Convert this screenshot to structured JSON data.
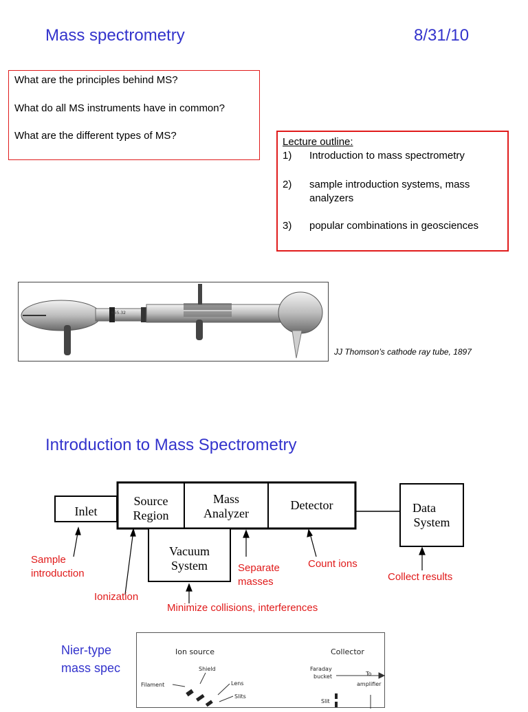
{
  "header": {
    "title": "Mass spectrometry",
    "date": "8/31/10"
  },
  "questions": [
    "What are the principles behind MS?",
    "What do all MS instruments have in common?",
    "What are the different types of MS?"
  ],
  "outline": {
    "heading": "Lecture outline:",
    "items": [
      {
        "num": "1)",
        "text": "Introduction to mass spectrometry"
      },
      {
        "num": "2)",
        "text": "sample introduction systems, mass",
        "text2": "analyzers"
      },
      {
        "num": "3)",
        "text": "popular combinations in geosciences"
      }
    ]
  },
  "photo": {
    "caption": "JJ Thomson’s cathode ray tube, 1897",
    "tube_label": "655.32"
  },
  "section2": {
    "title": "Introduction to Mass Spectrometry"
  },
  "diagram": {
    "inlet": "Inlet",
    "source": [
      "Source",
      "Region"
    ],
    "analyzer": [
      "Mass",
      "Analyzer"
    ],
    "detector": "Detector",
    "data_system": [
      "Data",
      "System"
    ],
    "vacuum": [
      "Vacuum",
      "System"
    ],
    "labels": {
      "sample": [
        "Sample",
        "introduction"
      ],
      "ionization": "Ionization",
      "minimize": "Minimize collisions, interferences",
      "separate": [
        "Separate",
        "masses"
      ],
      "count": "Count ions",
      "collect": "Collect results"
    }
  },
  "nier": {
    "title": [
      "Nier-type",
      "mass spec"
    ],
    "labels": {
      "ion_source": "Ion source",
      "collector": "Collector",
      "shield": "Shield",
      "lens": "Lens",
      "filament": "Filament",
      "slits": "Slits",
      "faraday": [
        "Faraday",
        "bucket"
      ],
      "to": "To",
      "amplifier": "amplifier",
      "slit": "Slit"
    }
  },
  "colors": {
    "title": "#3333cc",
    "accent": "#e01a1a"
  }
}
